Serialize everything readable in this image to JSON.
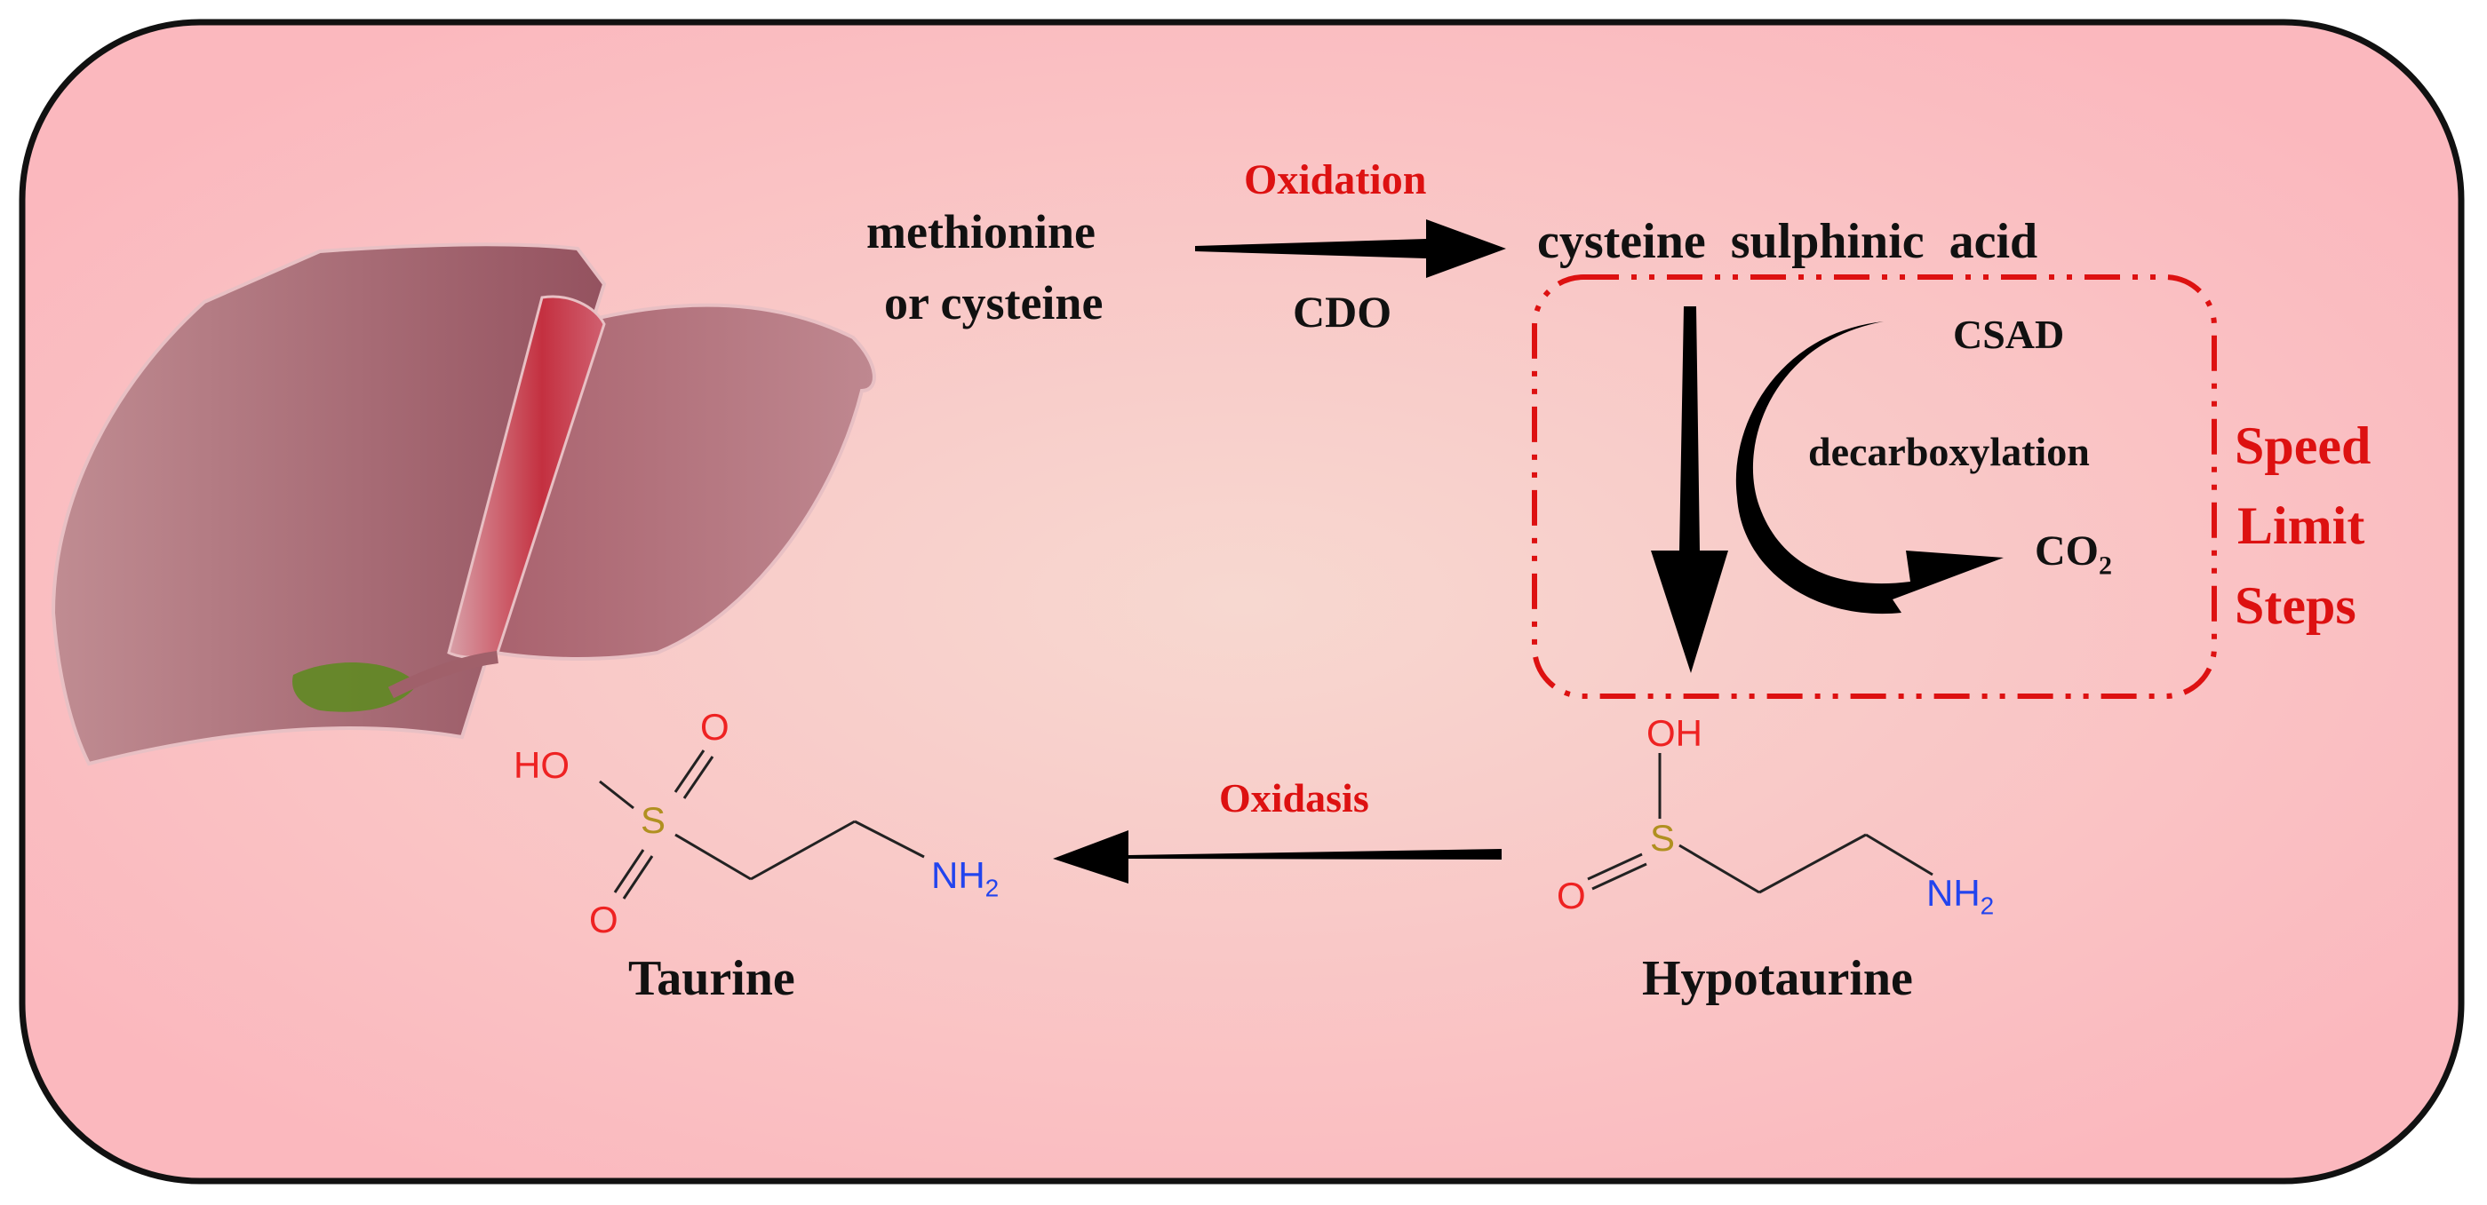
{
  "colors": {
    "panel_center": "#f7d8d0",
    "panel_edge": "#fbb8be",
    "accent_red": "#dd1111",
    "liver_main": "#b0707b",
    "liver_dark": "#8f4c5a",
    "gallbladder": "#5f8a22",
    "sulfur": "#b09020",
    "oxygen": "#ee2222",
    "nitrogen": "#2244ee"
  },
  "icons": {
    "organ": "liver-icon"
  },
  "pathway": {
    "substrate_line1": "methionine",
    "substrate_line2": "or cysteine",
    "step1_reaction": "Oxidation",
    "step1_enzyme": "CDO",
    "product1": "cysteine  sulphinic  acid",
    "step2_enzyme": "CSAD",
    "step2_reaction": "decarboxylation",
    "byproduct_main": "CO",
    "byproduct_sub": "2",
    "speed_limit_line1": "Speed",
    "speed_limit_line2": "Limit",
    "speed_limit_line3": "Steps",
    "product2": "Hypotaurine",
    "step3_reaction": "Oxidasis",
    "final_product": "Taurine"
  },
  "structures": {
    "taurine": {
      "hydroxyl": "HO",
      "sulfur": "S",
      "oxygen_top": "O",
      "oxygen_bottom": "O",
      "amine": "NH",
      "amine_sub": "2"
    },
    "hypotaurine": {
      "hydroxyl": "OH",
      "sulfur": "S",
      "oxygen": "O",
      "amine": "NH",
      "amine_sub": "2"
    }
  }
}
